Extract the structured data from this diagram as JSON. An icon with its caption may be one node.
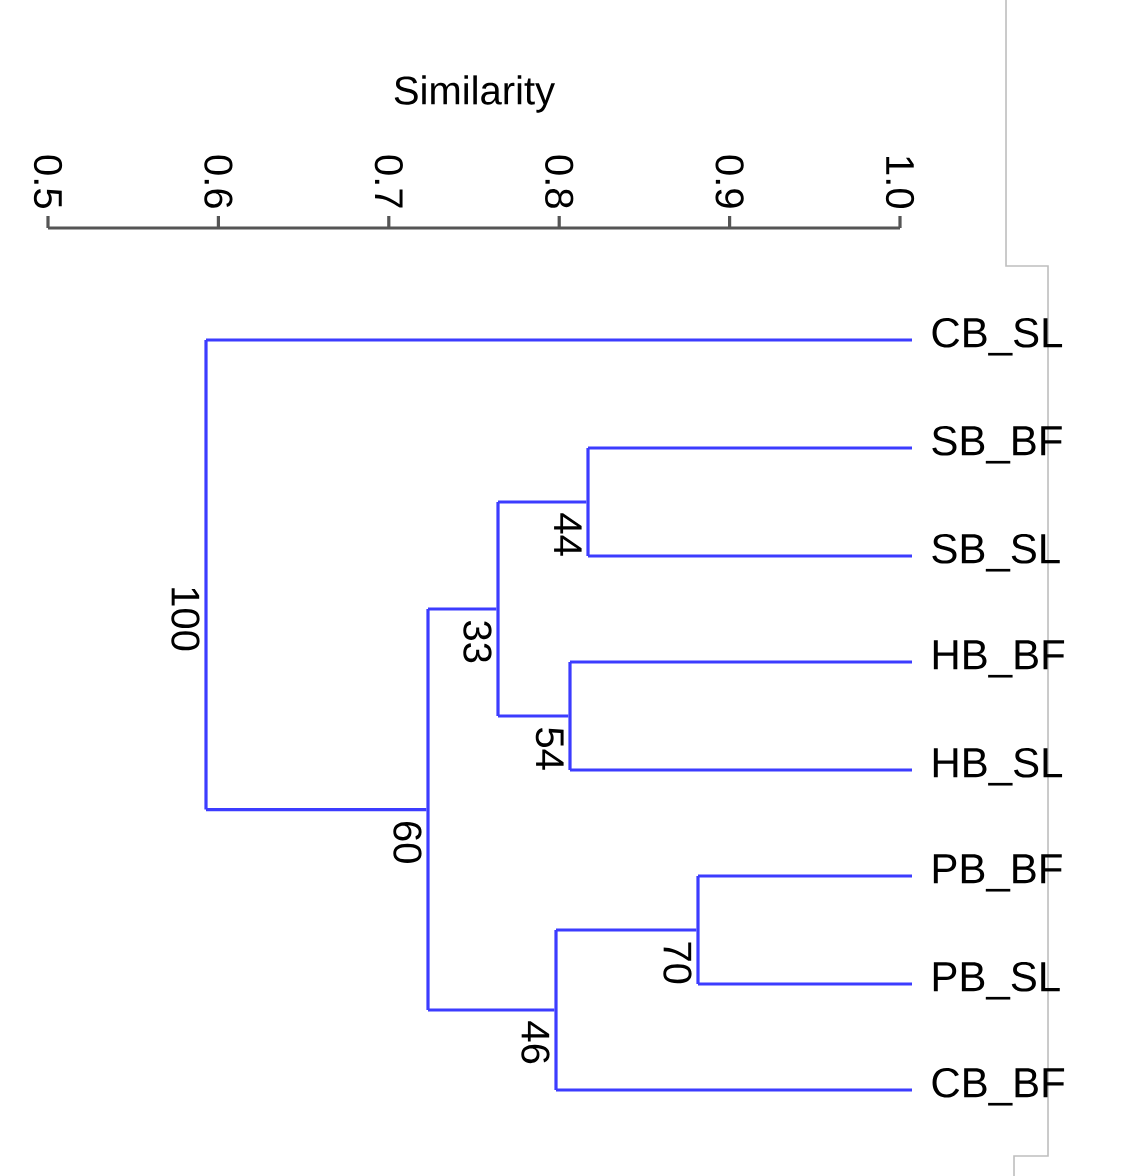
{
  "diagram": {
    "nodes": [
      {
        "text": [
          "CB_SL"
        ]
      },
      {
        "text": [
          "SB_BF"
        ]
      },
      {
        "text": [
          "SB_SL"
        ]
      },
      {
        "text": [
          "HB_BF"
        ]
      },
      {
        "text": [
          "HB_SL"
        ]
      },
      {
        "text": [
          "PB_BF"
        ]
      },
      {
        "text": [
          "PB_SL"
        ]
      },
      {
        "text": [
          "CB_BF"
        ]
      },
      {
        "text": [],
        "shape": "bar",
        "beside": [
          "100"
        ]
      },
      {
        "text": [],
        "shape": "bar",
        "beside": [
          "60"
        ]
      },
      {
        "text": [],
        "shape": "bar",
        "beside": [
          "33"
        ]
      },
      {
        "text": [],
        "shape": "bar",
        "beside": [
          "44"
        ]
      },
      {
        "text": [],
        "shape": "bar",
        "beside": [
          "54"
        ]
      },
      {
        "text": [],
        "shape": "bar",
        "beside": [
          "46"
        ]
      },
      {
        "text": [],
        "shape": "bar",
        "beside": [
          "70"
        ]
      }
    ],
    "edges": [
      {
        "from": 8,
        "to": 0,
        "arrow": "none"
      },
      {
        "from": 8,
        "to": 9,
        "arrow": "none"
      },
      {
        "from": 9,
        "to": 10,
        "arrow": "none"
      },
      {
        "from": 9,
        "to": 13,
        "arrow": "none"
      },
      {
        "from": 10,
        "to": 11,
        "arrow": "none"
      },
      {
        "from": 10,
        "to": 12,
        "arrow": "none"
      },
      {
        "from": 11,
        "to": 1,
        "arrow": "none"
      },
      {
        "from": 11,
        "to": 2,
        "arrow": "none"
      },
      {
        "from": 12,
        "to": 3,
        "arrow": "none"
      },
      {
        "from": 12,
        "to": 4,
        "arrow": "none"
      },
      {
        "from": 13,
        "to": 14,
        "arrow": "none"
      },
      {
        "from": 13,
        "to": 7,
        "arrow": "none"
      },
      {
        "from": 14,
        "to": 5,
        "arrow": "none"
      },
      {
        "from": 14,
        "to": 6,
        "arrow": "none"
      }
    ],
    "labels": [
      "Similarity",
      "0.5",
      "0.6",
      "0.7",
      "0.8",
      "0.9",
      "1.0"
    ]
  }
}
